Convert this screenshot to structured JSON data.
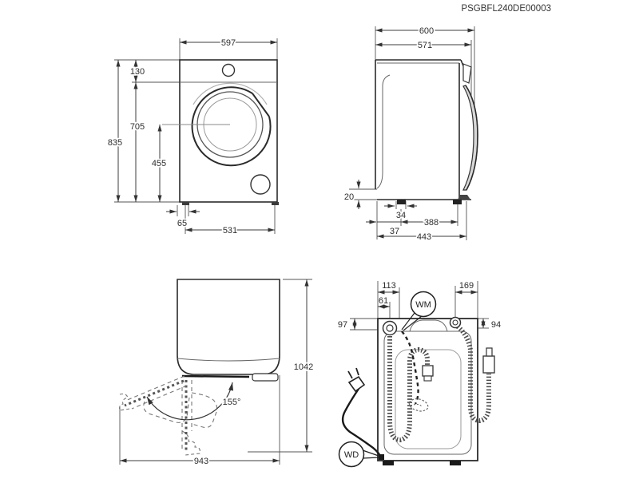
{
  "title_code": "PSGBFL240DE00003",
  "front_view": {
    "width_overall": "597",
    "height_top_panel": "130",
    "height_door_area": "705",
    "height_overall": "835",
    "height_door_center": "455",
    "foot_inset": "65",
    "feet_span": "531"
  },
  "side_view": {
    "depth_overall": "600",
    "depth_body": "571",
    "rear_gap": "20",
    "rear_foot_width": "34",
    "feet_span": "388",
    "rear_foot_offset": "37",
    "feet_span_overall": "443"
  },
  "open_door_view": {
    "door_angle": "155°",
    "depth_door_open": "1042",
    "width_door_open": "943"
  },
  "rear_view": {
    "drain_hose_offset": "113",
    "drain_outlet_offset": "61",
    "inlet_hose_offset": "169",
    "left_top_offset": "97",
    "right_top_offset": "94",
    "water_mark_label": "WM",
    "drain_mark_label": "WD"
  },
  "colors": {
    "line": "#2b2b2b",
    "dim_line": "#3d3d3d",
    "door_shade": "#d8d8d8",
    "background": "#ffffff"
  }
}
